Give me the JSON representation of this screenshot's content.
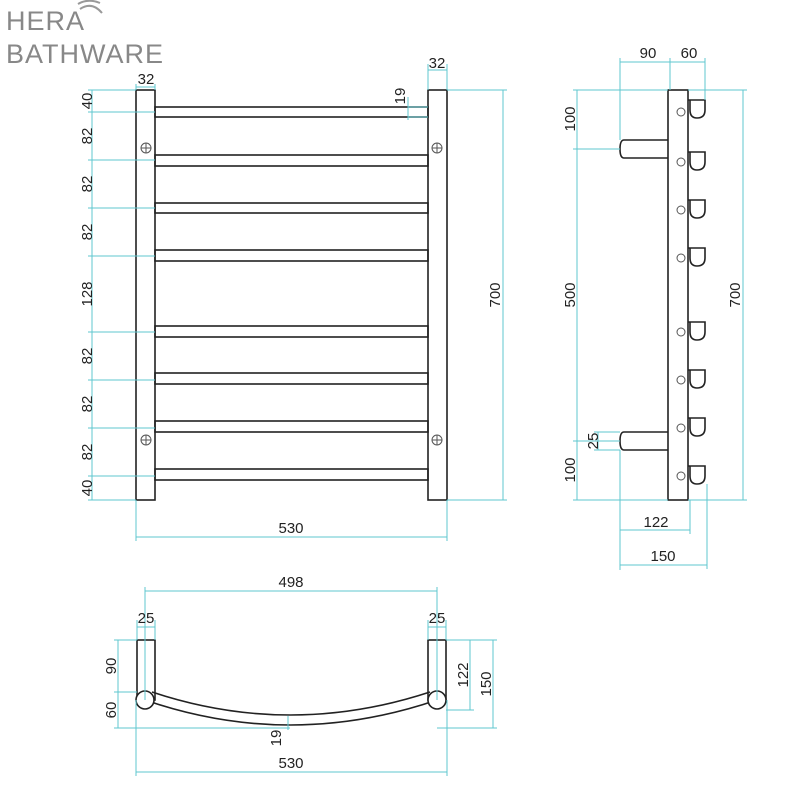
{
  "logo": {
    "line1": "HERA",
    "line2": "BATHWARE"
  },
  "colors": {
    "dimension": "#5fc7cf",
    "outline": "#222222"
  },
  "front_view": {
    "left_dims": [
      "40",
      "82",
      "82",
      "82",
      "128",
      "82",
      "82",
      "82",
      "40"
    ],
    "height": "700",
    "width": "530",
    "post_width_left": "32",
    "post_width_right": "32",
    "rail_dia": "19"
  },
  "side_view": {
    "top_offset": "90",
    "pin_depth": "60",
    "left_dims": [
      "100",
      "500",
      "100"
    ],
    "bracket_dia": "25",
    "height": "700",
    "depth_122": "122",
    "depth_150": "150"
  },
  "top_view": {
    "inner": "498",
    "post_left": "25",
    "post_right": "25",
    "left_90": "90",
    "left_60": "60",
    "right_122": "122",
    "right_150": "150",
    "rail_dia": "19",
    "width": "530"
  }
}
